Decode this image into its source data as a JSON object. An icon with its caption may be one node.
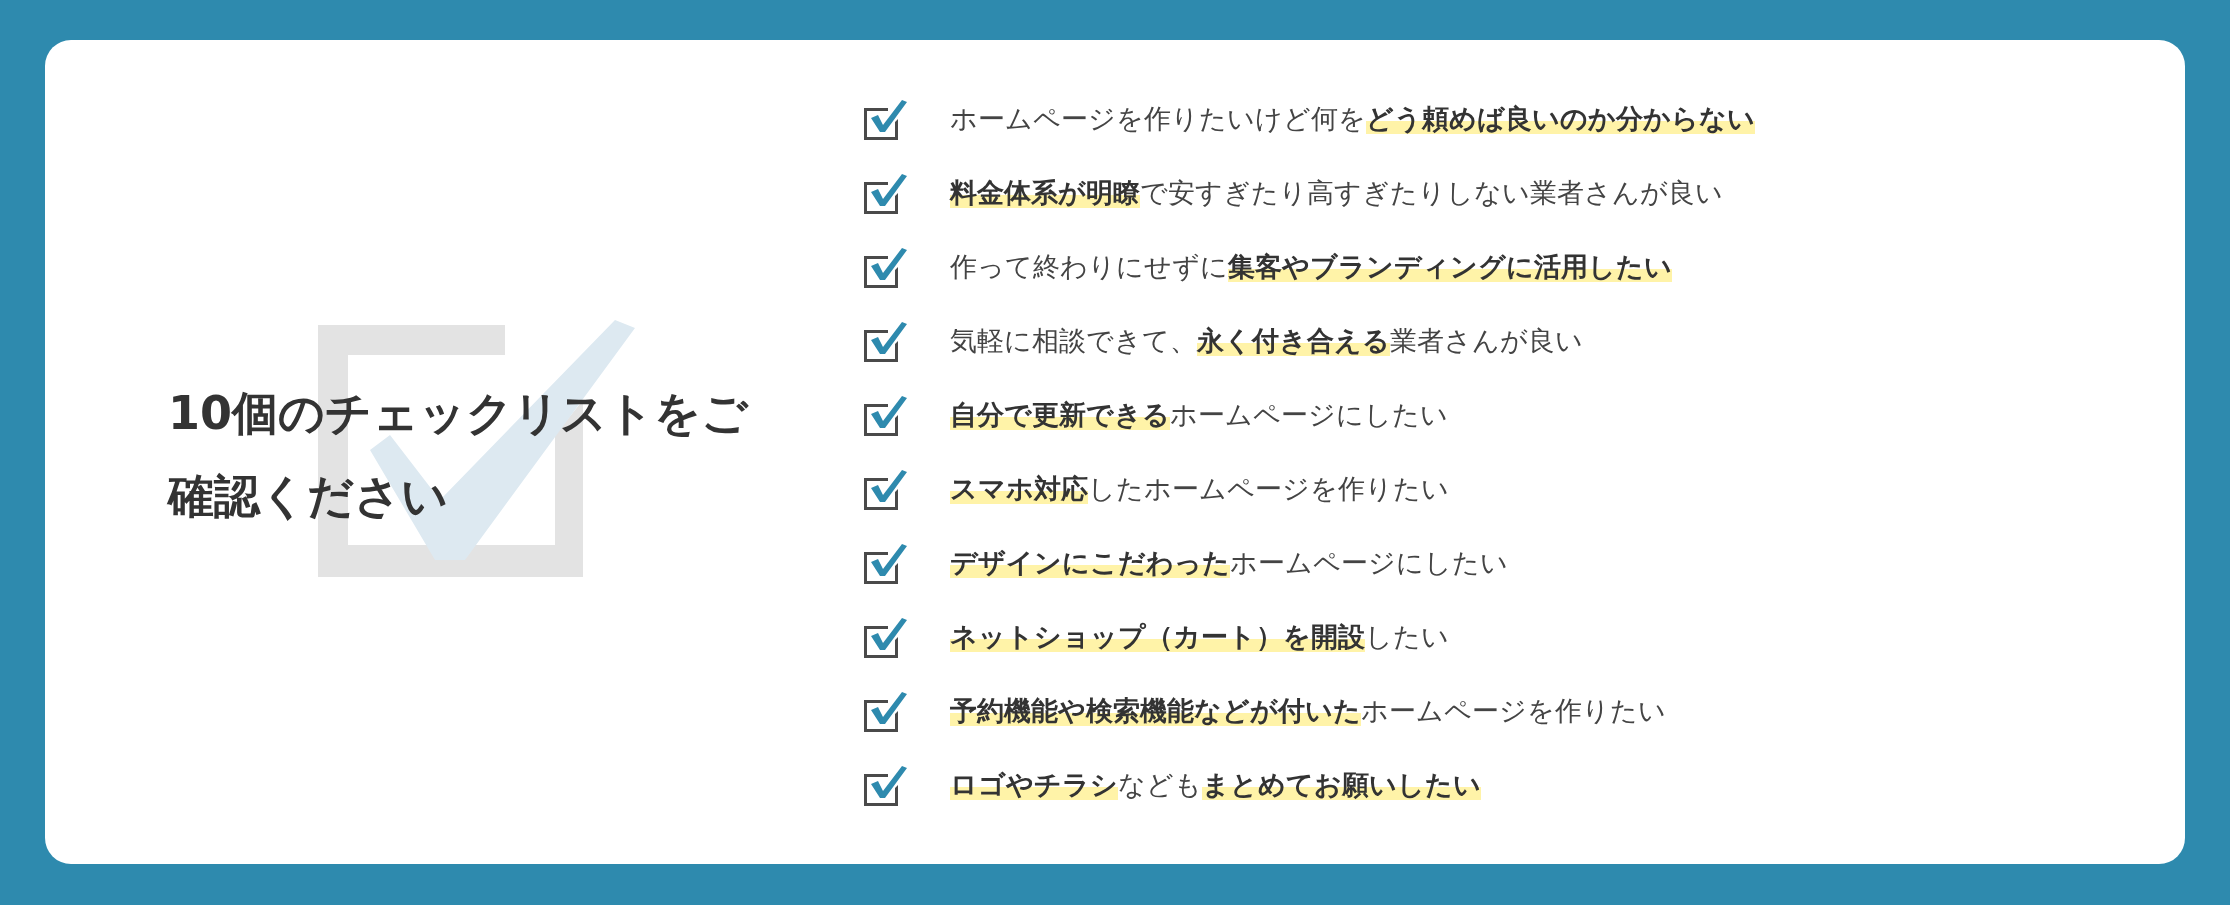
{
  "diagram": {
    "title": "10個のチェックリストをご確認ください",
    "labels": [
      "ホームページを作りたいけど何を**どう頼めば良いのか分からない**",
      "**料金体系が明瞭**で安すぎたり高すぎたりしない業者さんが良い",
      "作って終わりにせずに**集客やブランディングに活用したい**",
      "気軽に相談できて、**永く付き合える**業者さんが良い",
      "**自分で更新できる**ホームページにしたい",
      "**スマホ対応**したホームページを作りたい",
      "**デザインにこだわった**ホームページにしたい",
      "**ネットショップ（カート）を開設**したい",
      "**予約機能や検索機能などが付いた**ホームページを作りたい",
      "**ロゴやチラシ**なども**まとめてお願いしたい**"
    ]
  }
}
